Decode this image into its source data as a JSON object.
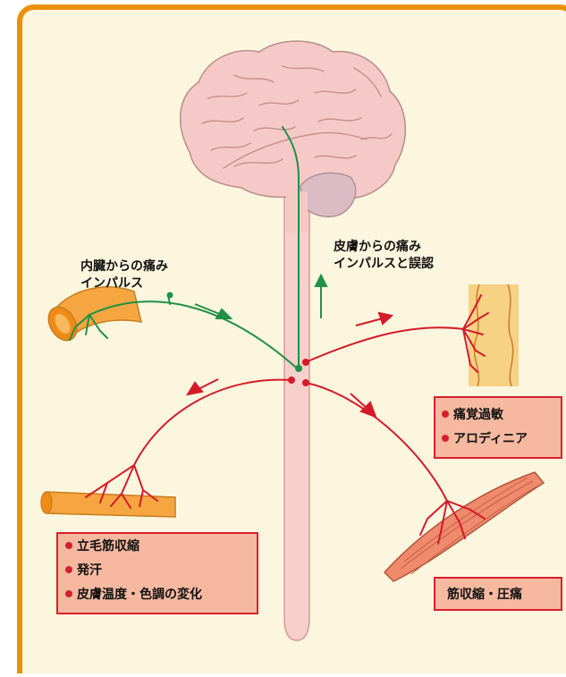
{
  "labels": {
    "visceral_line1": "内臓からの痛み",
    "visceral_line2": "インパルス",
    "skin_line1": "皮膚からの痛み",
    "skin_line2": "インパルスと誤認"
  },
  "boxes": {
    "skin_items": [
      "痛覚過敏",
      "アロディニア"
    ],
    "vessel_items": [
      "立毛筋収縮",
      "発汗",
      "皮膚温度・色調の変化"
    ],
    "muscle_label": "筋収縮・圧痛"
  },
  "colors": {
    "frame_border": "#e8920c",
    "frame_bg": "#fdf6df",
    "afferent_nerve": "#1f9147",
    "efferent_nerve": "#d51b2a",
    "box_fill": "#f6b9a0",
    "box_border": "#d91f2f",
    "brain": "#f5c9c7",
    "spinal_cord": "#f7cfcb",
    "organ": "#f5a640"
  }
}
